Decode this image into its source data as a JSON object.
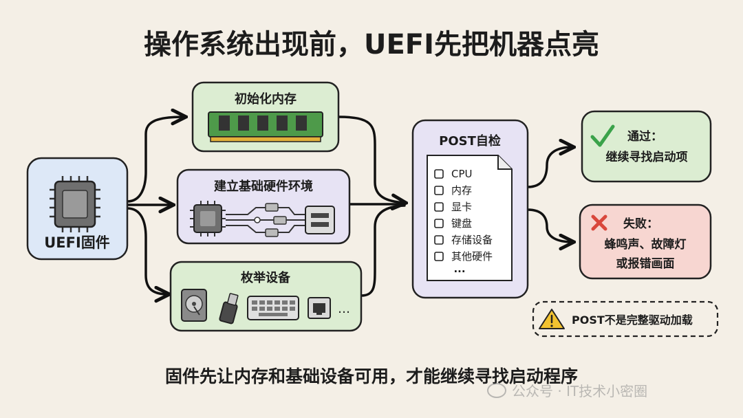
{
  "title": "操作系统出现前，UEFI先把机器点亮",
  "uefi": {
    "label": "UEFI固件"
  },
  "memory": {
    "label": "初始化内存"
  },
  "hardware_env": {
    "label": "建立基础硬件环境"
  },
  "enumerate": {
    "label": "枚举设备",
    "more": "…"
  },
  "post": {
    "label": "POST自检",
    "items": [
      "CPU",
      "内存",
      "显卡",
      "键盘",
      "存储设备",
      "其他硬件"
    ],
    "more": "···"
  },
  "pass": {
    "line1": "通过：",
    "line2": "继续寻找启动项"
  },
  "fail": {
    "line1": "失败：",
    "line2": "蜂鸣声、故障灯",
    "line3": "或报错画面"
  },
  "note": "POST不是完整驱动加载",
  "caption": "固件先让内存和基础设备可用，才能继续寻找启动程序",
  "watermark": "公众号 · IT技术小密圈",
  "colors": {
    "background": "#f4efe6",
    "uefi_fill": "#dde8f7",
    "memory_fill": "#dcedd2",
    "hardware_fill": "#e7e3f4",
    "enumerate_fill": "#dcedd2",
    "post_fill": "#e7e3f4",
    "pass_fill": "#dcedd2",
    "fail_fill": "#f7d6d1",
    "check": "#3aa24a",
    "cross": "#d9473c",
    "warning": "#f2c230"
  },
  "icons": [
    "cpu-chip-icon",
    "ram-module-icon",
    "circuit-board-icon",
    "hard-disk-icon",
    "usb-drive-icon",
    "keyboard-icon",
    "ethernet-port-icon",
    "document-icon",
    "checkmark-icon",
    "cross-icon",
    "warning-icon"
  ]
}
